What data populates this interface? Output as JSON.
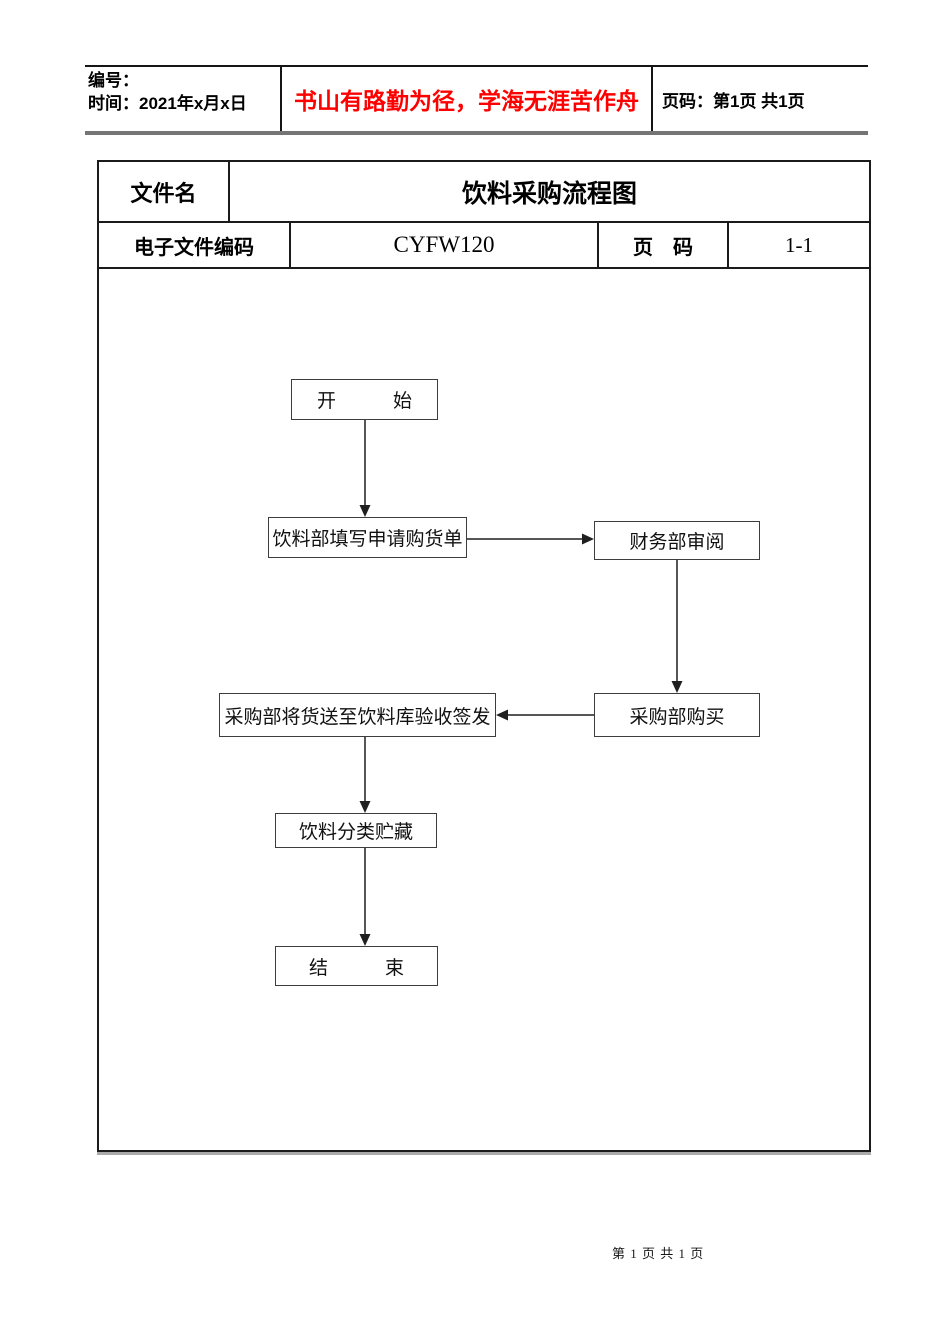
{
  "colors": {
    "slogan_red": "#ff0000",
    "table_border": "#1b1b1b"
  },
  "header": {
    "number_line": "编号：",
    "time_line": "时间：2021年x月x日",
    "slogan": "书山有路勤为径，学海无涯苦作舟",
    "page_info": "页码：第1页 共1页"
  },
  "doc_table": {
    "file_name_label": "文件名",
    "file_name_value": "饮料采购流程图",
    "code_label": "电子文件编码",
    "code_value": "CYFW120",
    "page_label": "页　码",
    "page_value": "1-1"
  },
  "flowchart": {
    "nodes": [
      {
        "id": "start",
        "label": "开　　　始"
      },
      {
        "id": "fill-purchase-request",
        "label": "饮料部填写申请购货单"
      },
      {
        "id": "finance-review",
        "label": "财务部审阅"
      },
      {
        "id": "purchasing-buy",
        "label": "采购部购买"
      },
      {
        "id": "deliver-to-warehouse",
        "label": "采购部将货送至饮料库验收签发"
      },
      {
        "id": "classified-storage",
        "label": "饮料分类贮藏"
      },
      {
        "id": "end",
        "label": "结　　　束"
      }
    ],
    "connections": [
      {
        "from": "start",
        "to": "fill-purchase-request"
      },
      {
        "from": "fill-purchase-request",
        "to": "finance-review"
      },
      {
        "from": "finance-review",
        "to": "purchasing-buy"
      },
      {
        "from": "purchasing-buy",
        "to": "deliver-to-warehouse"
      },
      {
        "from": "deliver-to-warehouse",
        "to": "classified-storage"
      },
      {
        "from": "classified-storage",
        "to": "end"
      }
    ]
  },
  "footer": {
    "page_text": "第 1 页 共 1 页"
  }
}
